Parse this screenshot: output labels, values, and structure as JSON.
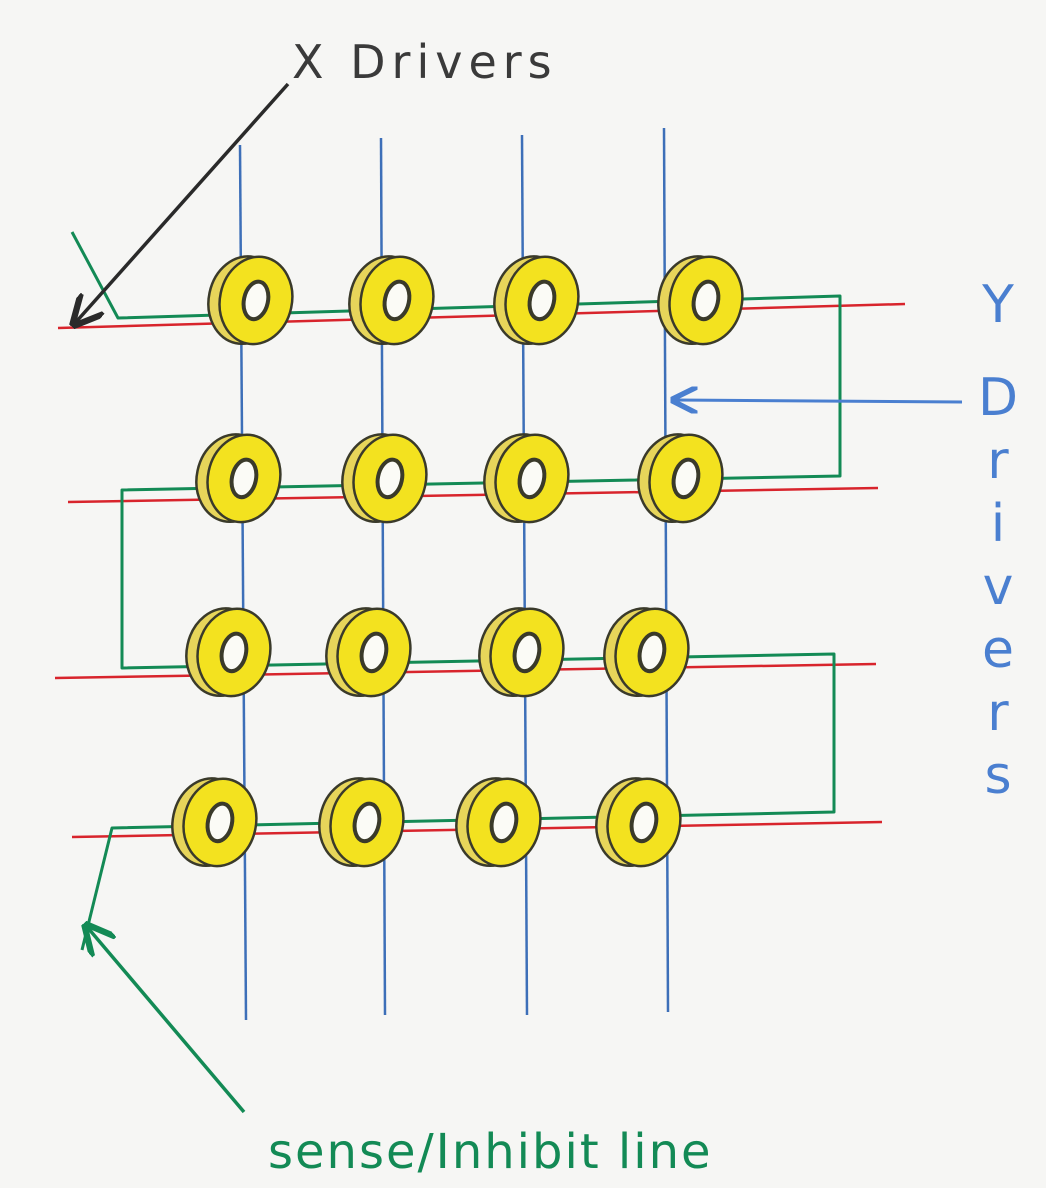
{
  "labels": {
    "x_drivers": "X Drivers",
    "y_drivers_letters": [
      "Y",
      "D",
      "r",
      "i",
      "v",
      "e",
      "r",
      "s"
    ],
    "sense_line": "sense/Inhibit line"
  },
  "grid": {
    "rows": 4,
    "cols": 4
  },
  "colors": {
    "paper": "#f6f6f4",
    "x_wire": "#d8242c",
    "y_wire": "#3d6fb8",
    "sense_wire": "#138a55",
    "core_fill": "#f3e21f",
    "core_shade": "#e7d55a",
    "core_outline": "#3a3a2a",
    "x_label": "#3a3a3a",
    "y_label": "#4a7fd0",
    "sense_label": "#138a55"
  }
}
